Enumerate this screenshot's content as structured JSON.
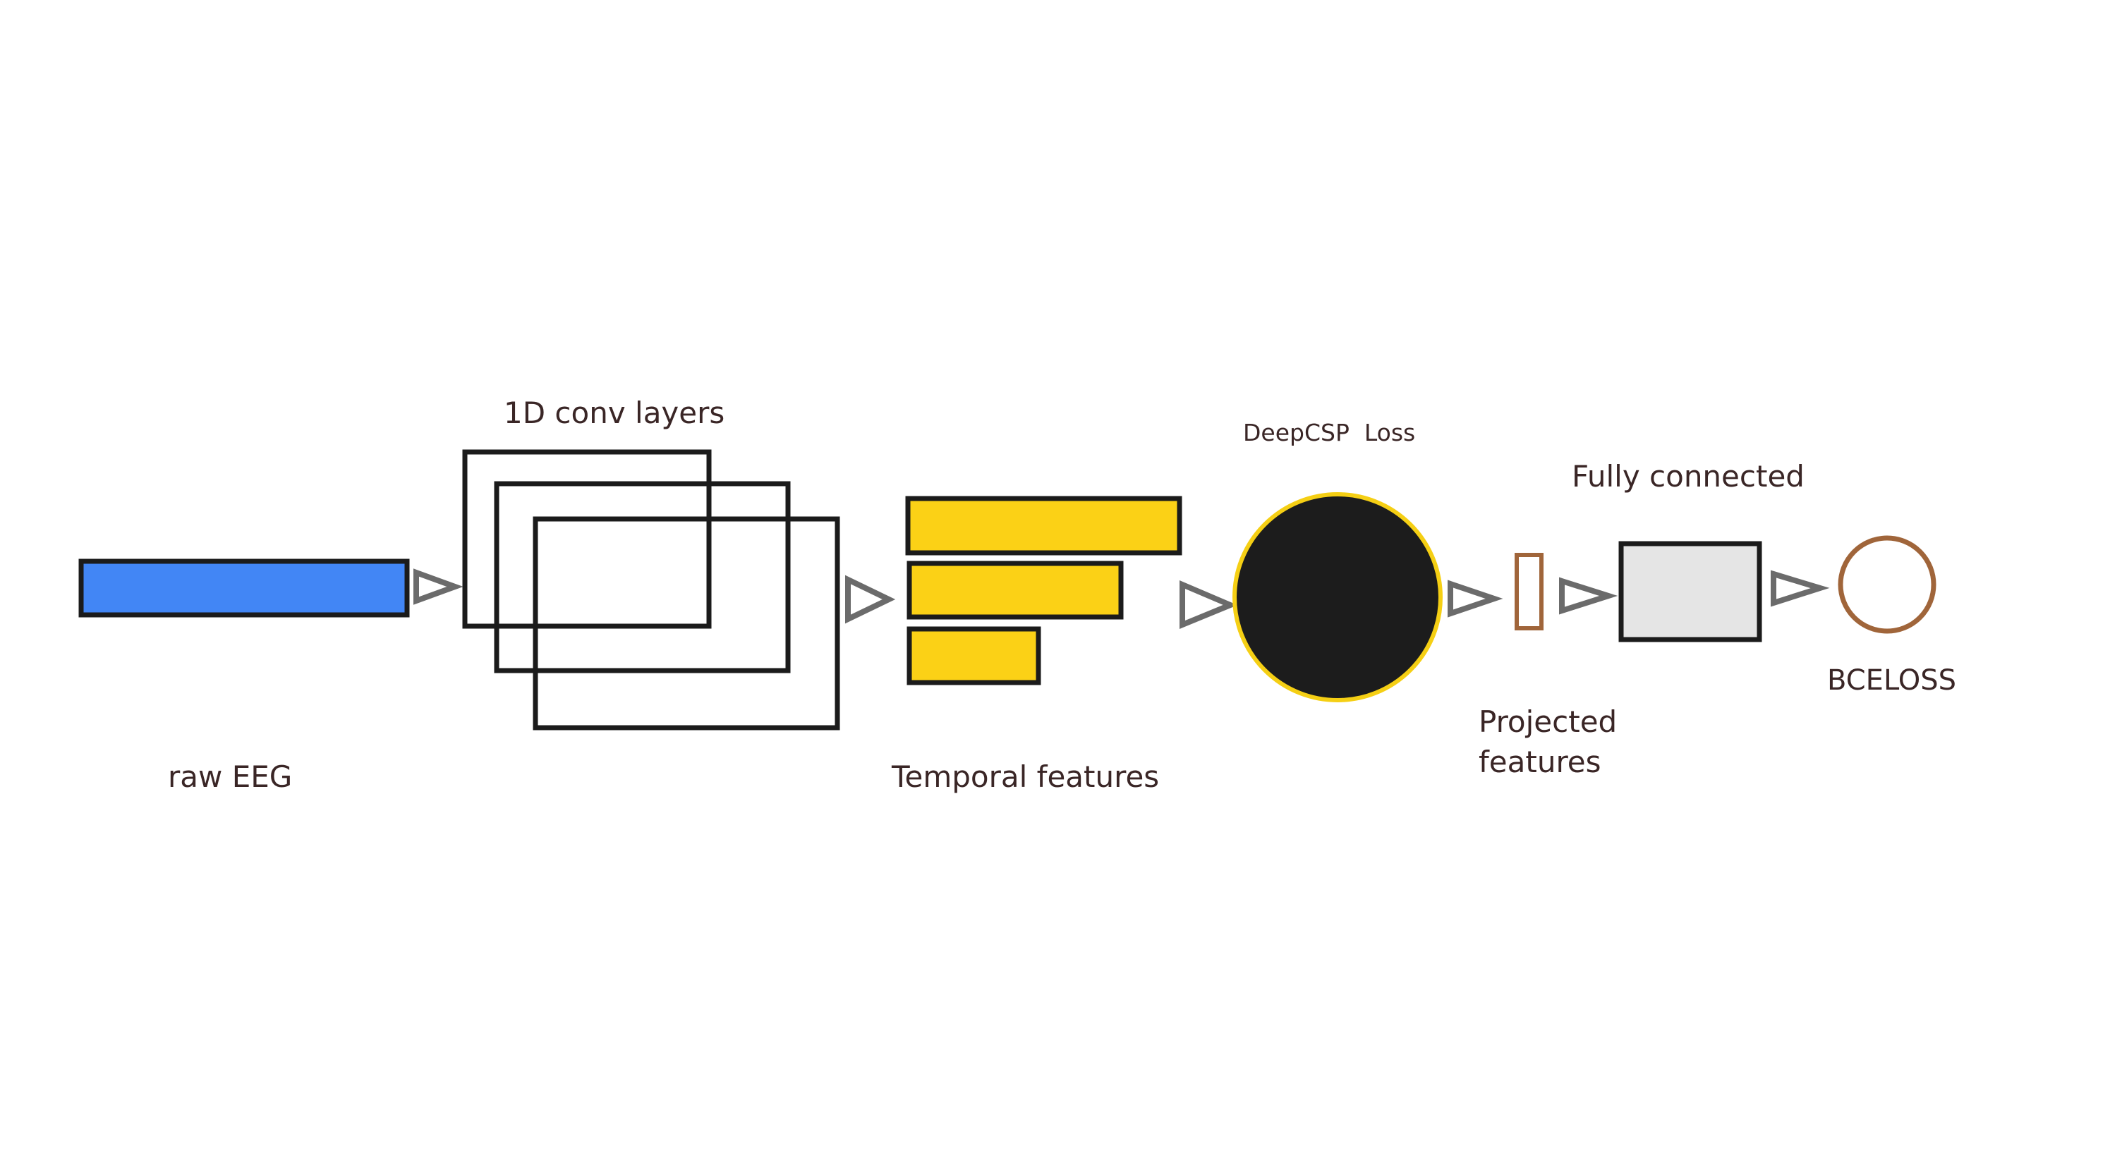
{
  "labels": {
    "raw_eeg": "raw EEG",
    "conv_layers": "1D conv layers",
    "temporal_features": "Temporal features",
    "deepcsp_loss": "DeepCSP  Loss",
    "projected_features_line1": "Projected",
    "projected_features_line2": "features",
    "fully_connected": "Fully connected",
    "bceloss": "BCELOSS"
  },
  "colors": {
    "raw_eeg_fill": "#4286f5",
    "temporal_fill": "#fbd116",
    "deepcsp_fill": "#1c1c1c",
    "deepcsp_ring": "#f5cf14",
    "projected_stroke": "#a0653a",
    "fc_fill": "#e5e5e5",
    "bceloss_stroke": "#a0653a",
    "arrow_stroke": "#6b6b6b",
    "outline": "#1b1b1b",
    "text": "#3a2626"
  }
}
